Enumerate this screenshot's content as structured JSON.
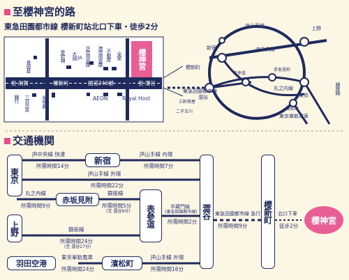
{
  "section1": {
    "title": "至櫻神宮的路",
    "subtitle": "東急田園都市線 櫻新町站北口下車・徒歩2分"
  },
  "area_map": {
    "street_labels": [
      "至 用賀",
      "櫻新町",
      "國道246號",
      "至 澀谷"
    ],
    "places": [
      "肯德基",
      "愛宕神",
      "大鼓",
      "JA",
      "芝信用金庫",
      "港信用金庫",
      "不動産",
      "全家",
      "銀行",
      "三井住友",
      "咖啡廳",
      "AEON",
      "Royal Host"
    ],
    "shrine": "櫻神宮"
  },
  "rail_map": {
    "lines": [
      "JR山手線",
      "JR中央線",
      "東急田園都市線",
      "丸之内線",
      "東京單軌電車",
      "銀座線"
    ],
    "stations": [
      "上野",
      "澀谷",
      "新宿",
      "東京",
      "表參道",
      "赤坂見附",
      "櫻新町",
      "濱松町",
      "三軒茶屋",
      "二子玉川"
    ]
  },
  "section2": {
    "title": "交通機関"
  },
  "network": {
    "stations": {
      "tokyo": "東京",
      "shinjuku": "新宿",
      "akasaka": "赤坂見附",
      "ueno": "上野",
      "omotesando": "表參道",
      "shibuya": "澀谷",
      "sakurashinmachi": "櫻新町",
      "haneda": "羽田空港",
      "hamamatsucho": "濱松町",
      "shrine": "櫻神宮"
    },
    "routes": [
      {
        "line": "JR中央線 快速",
        "time": "所需時間14分"
      },
      {
        "line": "JR山手線 內環",
        "time": "所需時間7分"
      },
      {
        "line": "JR山手線 外環",
        "time": "所需時間22分"
      },
      {
        "line": "丸之內線",
        "time": "所需時間9分"
      },
      {
        "line": "銀座線",
        "time": "所需時間5分",
        "note": "(至 澀谷8分)"
      },
      {
        "line": "半蔵門線",
        "note": "(東急田園都市線)",
        "time": "所需時間2分"
      },
      {
        "line": "銀座線",
        "time": "所需時間24分",
        "note": "(至 澀谷27分)"
      },
      {
        "line": "東京單軌電車",
        "time": "所需時間24分"
      },
      {
        "line": "JR山手線 外環",
        "time": "所需時間16分"
      },
      {
        "line": "東急田園都市線 急行",
        "time": "所需時間9分"
      },
      {
        "line": "北口下車",
        "time": "徒步2分"
      }
    ]
  }
}
